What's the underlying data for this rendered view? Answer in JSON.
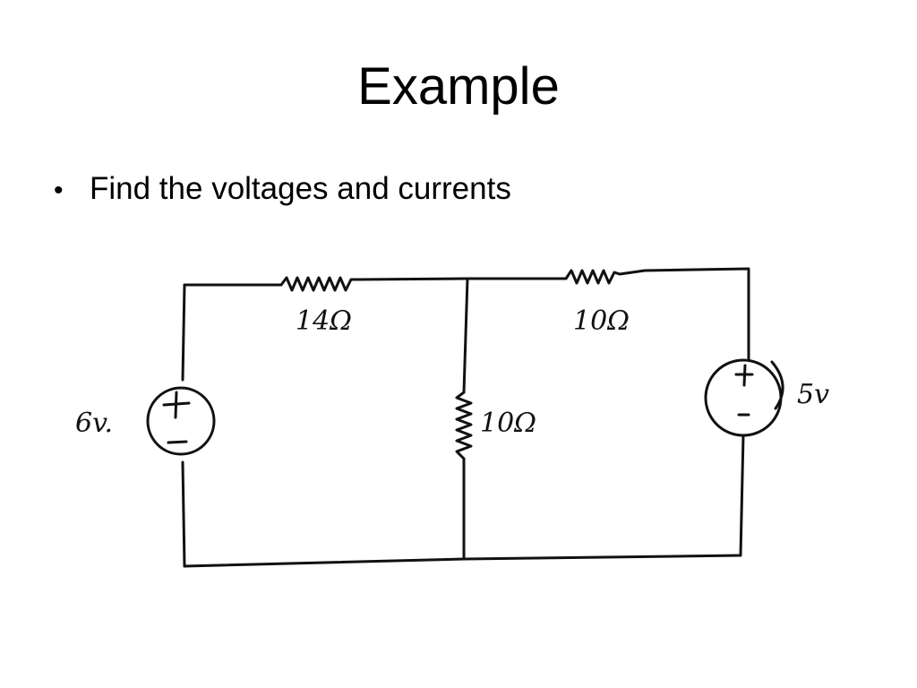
{
  "slide": {
    "title": "Example",
    "bullets": [
      "Find the voltages and currents"
    ]
  },
  "circuit": {
    "labels": {
      "r_top_left": "14Ω",
      "r_top_right": "10Ω",
      "r_middle": "10Ω",
      "source_left": "6v.",
      "source_right": "5v"
    },
    "source_left_signs": {
      "plus": "+",
      "minus": "−"
    },
    "source_right_signs": {
      "plus": "+",
      "minus": "-"
    }
  }
}
